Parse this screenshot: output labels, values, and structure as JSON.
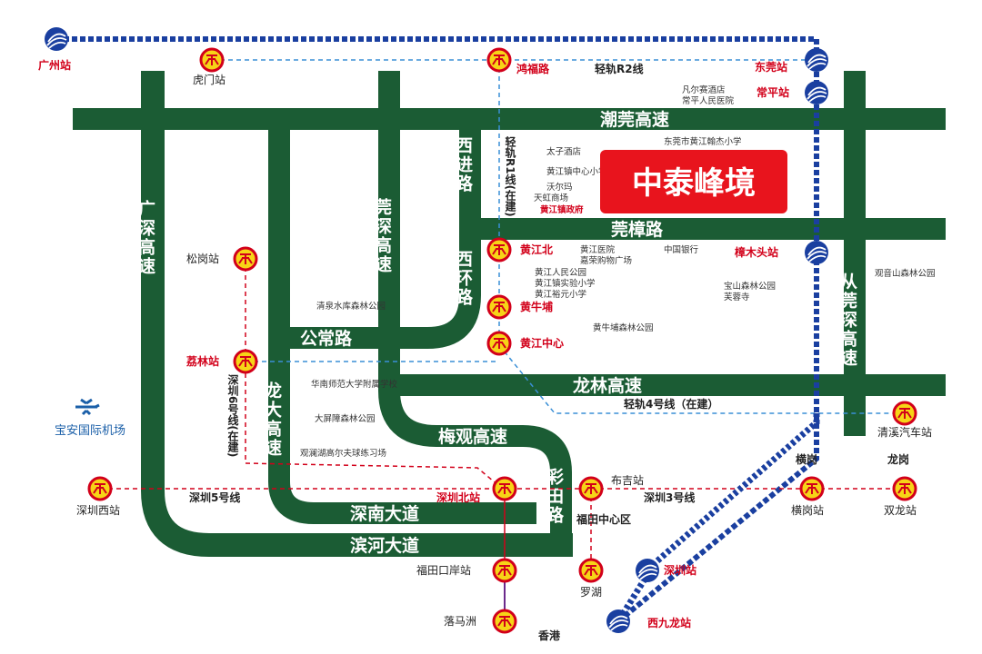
{
  "title": "中泰峰境",
  "roads": {
    "chaoguan": "潮莞高速",
    "guanzhang": "莞樟路",
    "gongchang": "公常路",
    "longlin": "龙林高速",
    "meiguan": "梅观高速",
    "shennan": "深南大道",
    "binhe": "滨河大道",
    "guangshen": "广深高速",
    "guanshen": "莞深高速",
    "longda": "龙大高速",
    "xijin": "西进路",
    "xihuan": "西环路",
    "caitian": "彩田路",
    "conguanshen": "从莞深高速"
  },
  "stations": {
    "guangzhou": "广州站",
    "humen": "虎门站",
    "hongfu": "鸿福路",
    "dongguan": "东莞站",
    "changping": "常平站",
    "zhangmutou": "樟木头站",
    "songgang": "松岗站",
    "huangjiangbei": "黄江北",
    "huangniupu": "黄牛埔",
    "huangjiangzhongxin": "黄江中心",
    "lilin": "荔林站",
    "qingxi_bus": "清溪汽车站",
    "shenzhenxi": "深圳西站",
    "shenzhenbei": "深圳北站",
    "buji": "布吉站",
    "henggang": "横岗站",
    "shuanglong": "双龙站",
    "futian_kouan": "福田口岸站",
    "luohu": "罗湖",
    "luomazhou": "落马洲",
    "shenzhen": "深圳站",
    "xijiulong": "西九龙站"
  },
  "lines": {
    "r2": "轻轨R2线",
    "r1": "轻轨R1线(在建)",
    "l4": "轻轨4号线（在建）",
    "sz5": "深圳5号线",
    "sz3": "深圳3号线",
    "sz6": "深圳6号线(在建)"
  },
  "places": {
    "airport": "宝安国际机场",
    "henggang_area": "横岗",
    "longgang": "龙岗",
    "futian_center": "福田中心区",
    "hongkong": "香港"
  },
  "pois": {
    "fanerse": "凡尔赛酒店",
    "changping_hospital": "常平人民医院",
    "taizi": "太子酒店",
    "hj_school": "东莞市黄江翰杰小学",
    "hj_central_school": "黄江镇中心小学",
    "walmart": "沃尔玛",
    "tianhong": "天虹商场",
    "gov": "黄江镇政府",
    "hj_hospital": "黄江医院",
    "jiarong": "嘉荣购物广场",
    "boc": "中国银行",
    "people_park": "黄江人民公园",
    "shiyan_school": "黄江镇实验小学",
    "yuyuan_school": "黄江裕元小学",
    "baoshan_park": "宝山森林公园",
    "furong_temple": "芙蓉寺",
    "guanyinshan": "观音山森林公园",
    "huangniupu_park": "黄牛埔森林公园",
    "qingquan_park": "清泉水库森林公园",
    "scnu_school": "华南师范大学附属学校",
    "dapingzhang": "大屏障森林公园",
    "guanlanhu": "观澜湖高尔夫球练习场"
  },
  "colors": {
    "road": "#1b5c34",
    "metro_red": "#d2001a",
    "station_yellow": "#f7d417",
    "rail_blue": "#1a3fa0",
    "light_blue": "#3a8fd6",
    "title_box": "#e8141d"
  }
}
